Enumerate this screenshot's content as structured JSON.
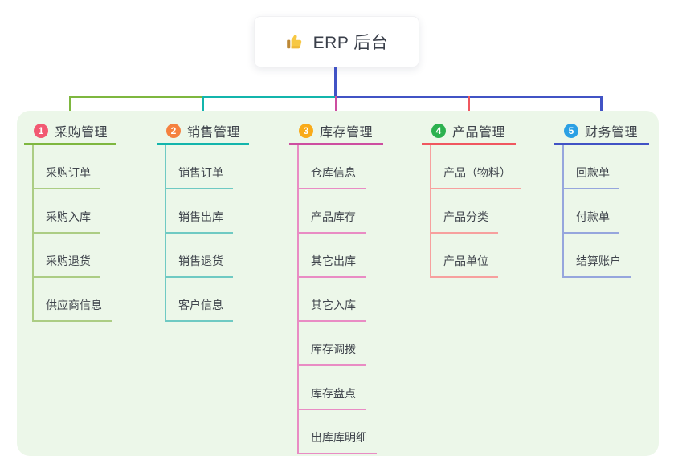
{
  "root": {
    "icon": "thumbs-up-icon",
    "title": "ERP 后台"
  },
  "connector": {
    "trunk_color": "#4153c5",
    "segment_colors": [
      "#7eb73f",
      "#13b5ac",
      "#4153c5"
    ]
  },
  "panel_bg": "#ecf7e9",
  "branches": [
    {
      "num": "1",
      "label": "采购管理",
      "badge_color": "#f25972",
      "line_color": "#7eb73f",
      "child_line_color": "#accd84",
      "children": [
        "采购订单",
        "采购入库",
        "采购退货",
        "供应商信息"
      ]
    },
    {
      "num": "2",
      "label": "销售管理",
      "badge_color": "#f5813f",
      "line_color": "#13b5ac",
      "child_line_color": "#6fcac3",
      "children": [
        "销售订单",
        "销售出库",
        "销售退货",
        "客户信息"
      ]
    },
    {
      "num": "3",
      "label": "库存管理",
      "badge_color": "#f9ab19",
      "line_color": "#cd4ea0",
      "child_line_color": "#e98cc4",
      "children": [
        "仓库信息",
        "产品库存",
        "其它出库",
        "其它入库",
        "库存调拨",
        "库存盘点",
        "出库库明细"
      ]
    },
    {
      "num": "4",
      "label": "产品管理",
      "badge_color": "#2cb14f",
      "line_color": "#f0575f",
      "child_line_color": "#f7a09e",
      "children": [
        "产品（物料）",
        "产品分类",
        "产品单位"
      ]
    },
    {
      "num": "5",
      "label": "财务管理",
      "badge_color": "#2ba0e4",
      "line_color": "#4153c5",
      "child_line_color": "#96a6dd",
      "children": [
        "回款单",
        "付款单",
        "结算账户"
      ]
    }
  ]
}
